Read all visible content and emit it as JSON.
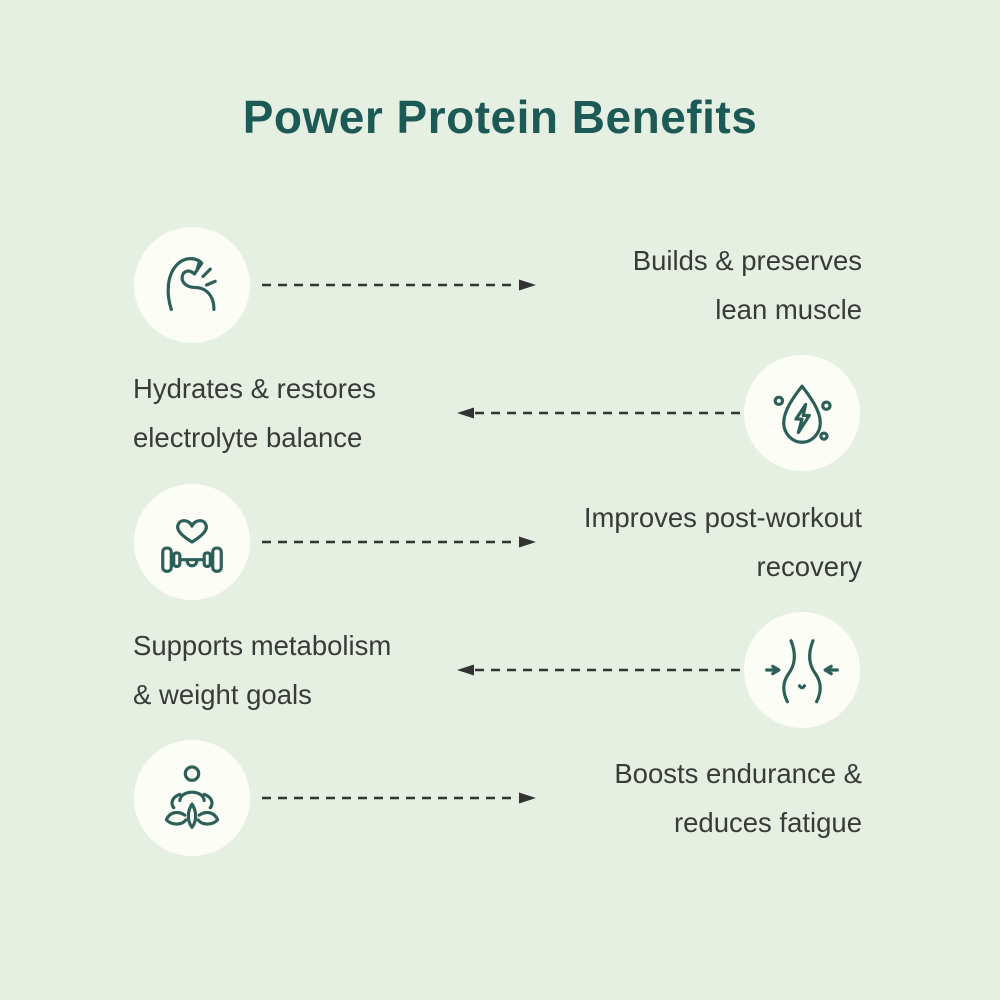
{
  "title": "Power Protein Benefits",
  "theme": {
    "background": "#e5f0e3",
    "title_color": "#1d5a55",
    "text_color": "#3a3a3a",
    "icon_stroke_color": "#2b5f58",
    "icon_circle_color": "#fcfdf6",
    "arrow_color": "#333333"
  },
  "benefits": [
    {
      "icon": "bicep-icon",
      "icon_side": "left",
      "line1": "Builds & preserves",
      "line2": "lean muscle"
    },
    {
      "icon": "hydration-drop-icon",
      "icon_side": "right",
      "line1": "Hydrates & restores",
      "line2": "electrolyte balance"
    },
    {
      "icon": "dumbbell-heart-icon",
      "icon_side": "left",
      "line1": "Improves post-workout",
      "line2": "recovery"
    },
    {
      "icon": "waist-icon",
      "icon_side": "right",
      "line1": "Supports metabolism",
      "line2": "& weight goals"
    },
    {
      "icon": "meditation-icon",
      "icon_side": "left",
      "line1": "Boosts endurance &",
      "line2": "reduces fatigue"
    }
  ]
}
